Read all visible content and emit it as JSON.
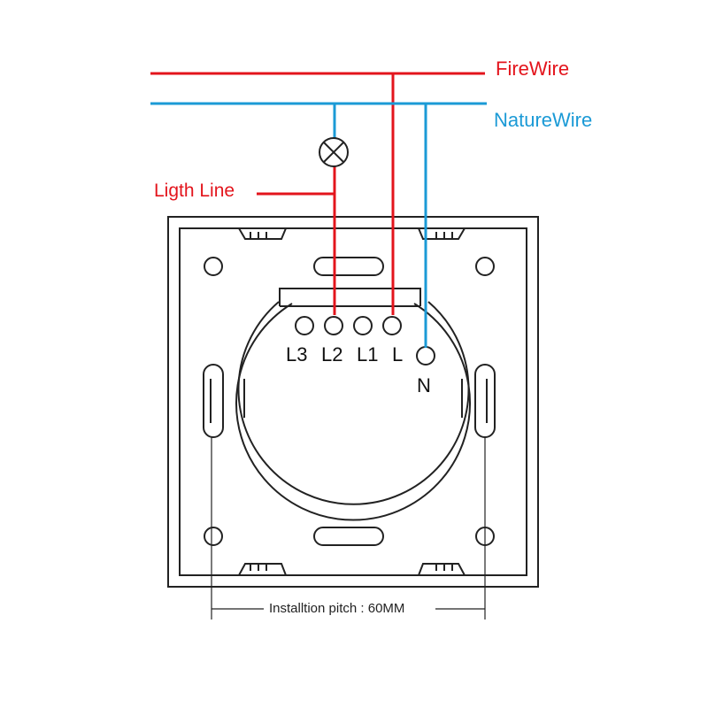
{
  "colors": {
    "fire": "#e3141c",
    "nature": "#1b9ad6",
    "outline": "#222222"
  },
  "wires": {
    "fire_label": "FireWire",
    "nature_label": "NatureWire",
    "light_label": "Ligth Line"
  },
  "terminals": {
    "l3": "L3",
    "l2": "L2",
    "l1": "L1",
    "l": "L",
    "n": "N"
  },
  "dimension": {
    "label": "Installtion pitch : 60MM"
  },
  "icons": {
    "lamp": "lamp-icon"
  }
}
